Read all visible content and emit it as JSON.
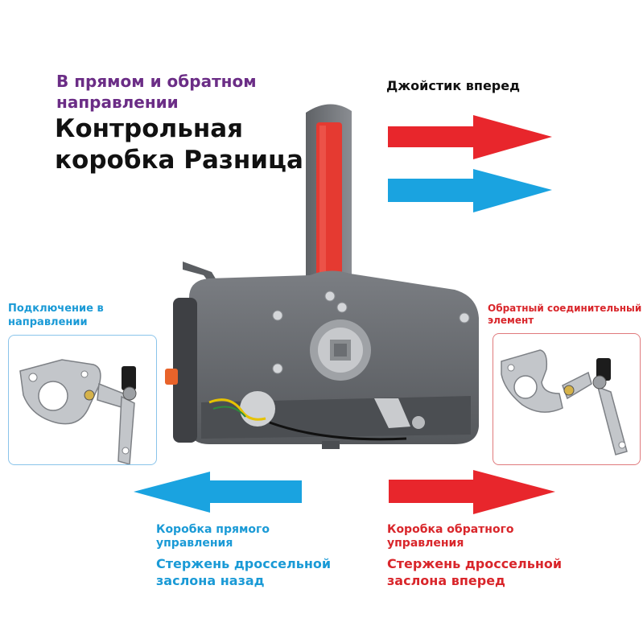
{
  "header": {
    "subtitle": "В прямом и обратном направлении",
    "title": "Контрольная коробка Разница"
  },
  "top_right": {
    "label": "Джойстик вперед"
  },
  "left_panel": {
    "label": "Подключение в направлении"
  },
  "right_panel": {
    "label": "Обратный соединительный элемент"
  },
  "bottom_left": {
    "line1": "Коробка прямого управления",
    "line2": "Стержень дроссельной заслона назад"
  },
  "bottom_right": {
    "line1": "Коробка обратного управления",
    "line2": "Стержень дроссельной заслона вперед"
  },
  "colors": {
    "red_arrow": "#e8262c",
    "blue_arrow": "#1aa3e0",
    "purple": "#6b2d86",
    "body_gray": "#6b6e72",
    "lever_red": "#e53a31"
  },
  "icons": [
    "arrow-right-icon",
    "arrow-left-icon"
  ]
}
